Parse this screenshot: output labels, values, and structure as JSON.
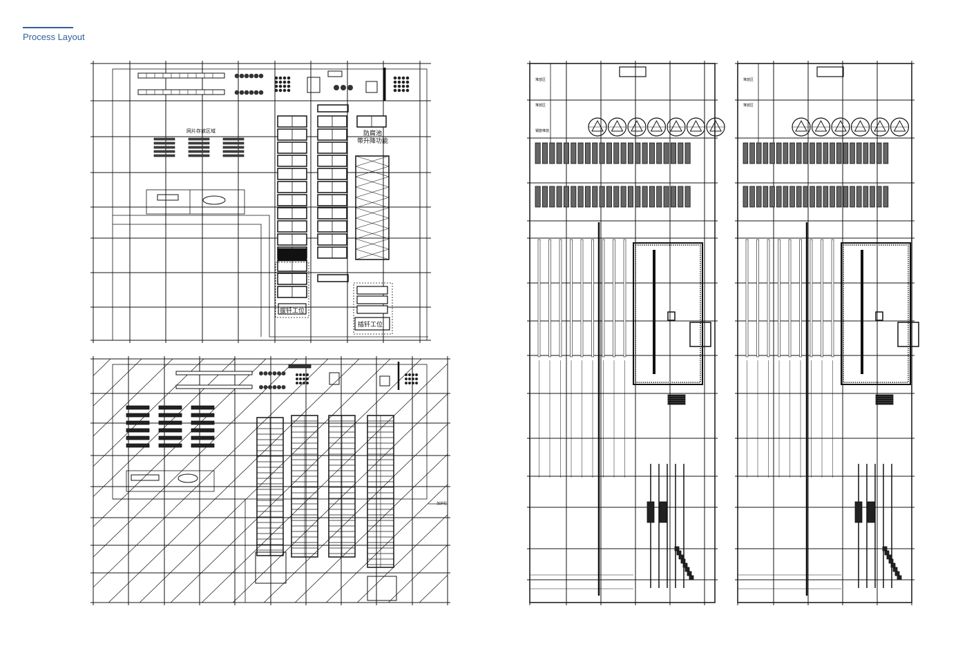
{
  "header": {
    "title": "Process Layout",
    "accent_color": "#2f5f9a"
  },
  "drawings": {
    "top_left": {
      "mesh_storage_label": "网片存放区域",
      "anticorrosion_pool_label": "防腐池",
      "lifting_label": "带升降功能",
      "pull_station_label": "拔钎工位",
      "insert_station_label": "插钎工位"
    },
    "bottom_left": {
      "guardrail_label": "加护栏"
    },
    "right_a": {
      "side_labels": [
        "堆放区",
        "堆放区",
        "钢筋堆放"
      ]
    },
    "right_b": {
      "side_labels": [
        "堆放区",
        "堆放区"
      ]
    }
  }
}
